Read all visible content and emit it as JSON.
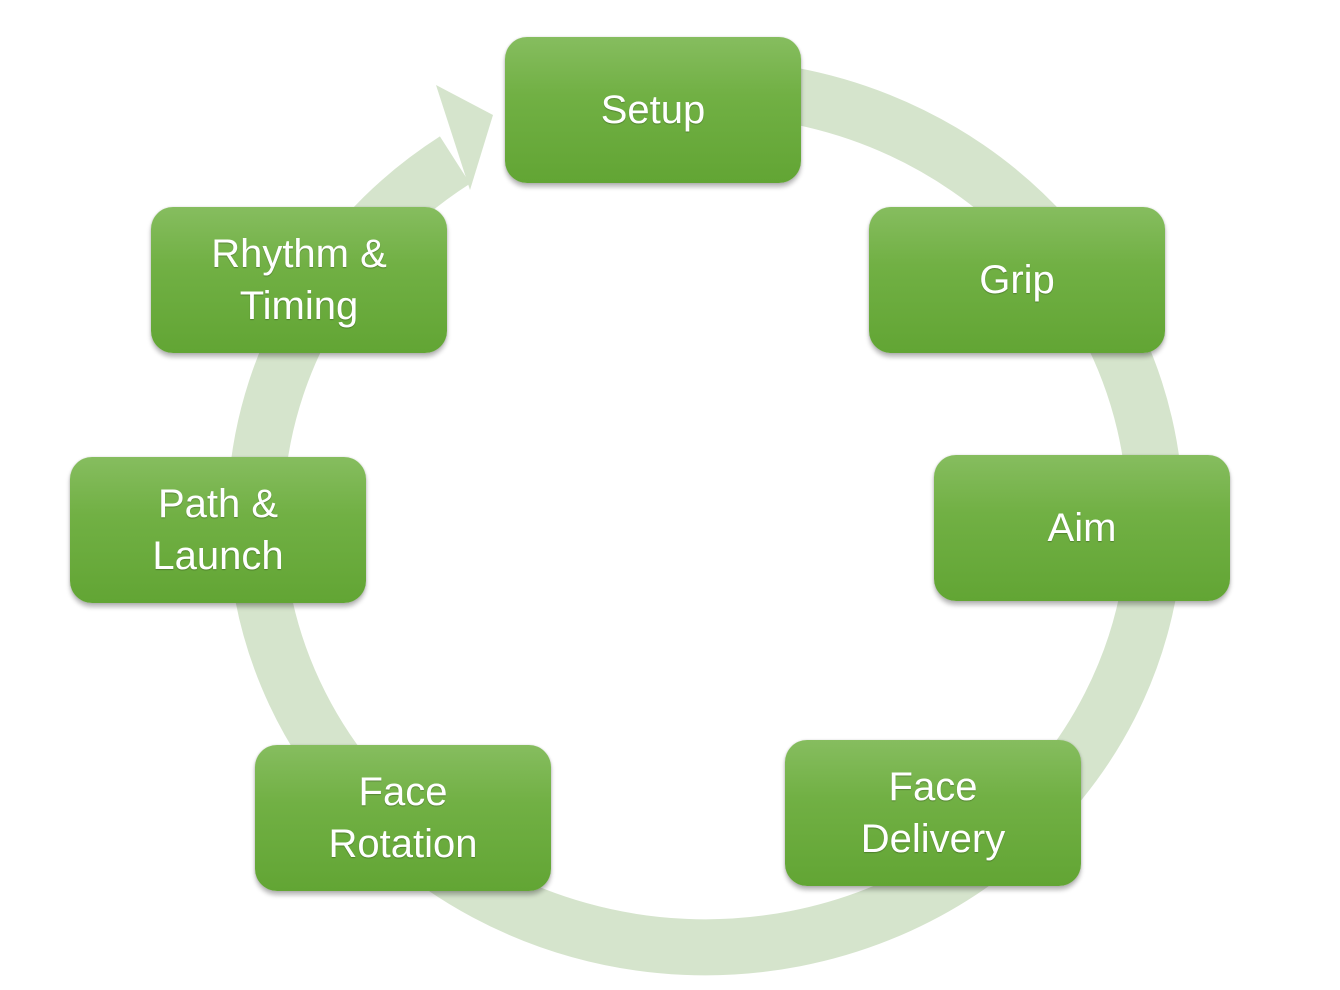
{
  "diagram": {
    "type": "cycle",
    "ring_color": "#d5e4cc",
    "box_color": "#70ad47",
    "text_color": "#ffffff",
    "steps": [
      {
        "id": "setup",
        "label": "Setup"
      },
      {
        "id": "grip",
        "label": "Grip"
      },
      {
        "id": "aim",
        "label": "Aim"
      },
      {
        "id": "face-delivery",
        "label": "Face\nDelivery"
      },
      {
        "id": "face-rotation",
        "label": "Face\nRotation"
      },
      {
        "id": "path-launch",
        "label": "Path &\nLaunch"
      },
      {
        "id": "rhythm-timing",
        "label": "Rhythm &\nTiming"
      }
    ]
  }
}
